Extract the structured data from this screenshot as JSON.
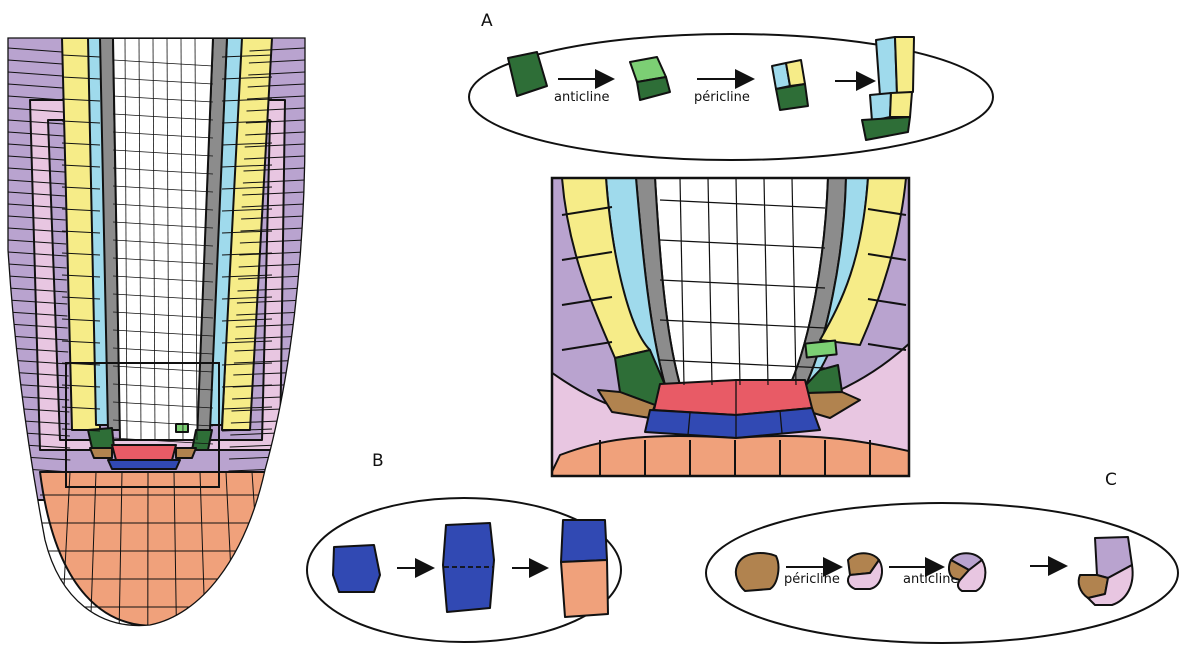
{
  "panels": {
    "a": {
      "letter": "A",
      "step1": "anticline",
      "step2": "péricline"
    },
    "b": {
      "letter": "B"
    },
    "c": {
      "letter": "C",
      "step1": "péricline",
      "step2": "anticline"
    }
  },
  "colors": {
    "lateral_root_cap": "#b9a3cf",
    "epidermis": "#e8c6e1",
    "cortex": "#f6ec88",
    "endodermis": "#9fdaec",
    "pericycle": "#8c8c8c",
    "stele": "#ffffff",
    "cortex_endodermis_initial": "#2e6e37",
    "cortex_endodermis_daughter": "#7ccf74",
    "quiescent_center": "#e85b66",
    "columella_initial": "#3149b3",
    "columella": "#f0a17b",
    "epidermis_lrc_initial": "#b1834f"
  }
}
